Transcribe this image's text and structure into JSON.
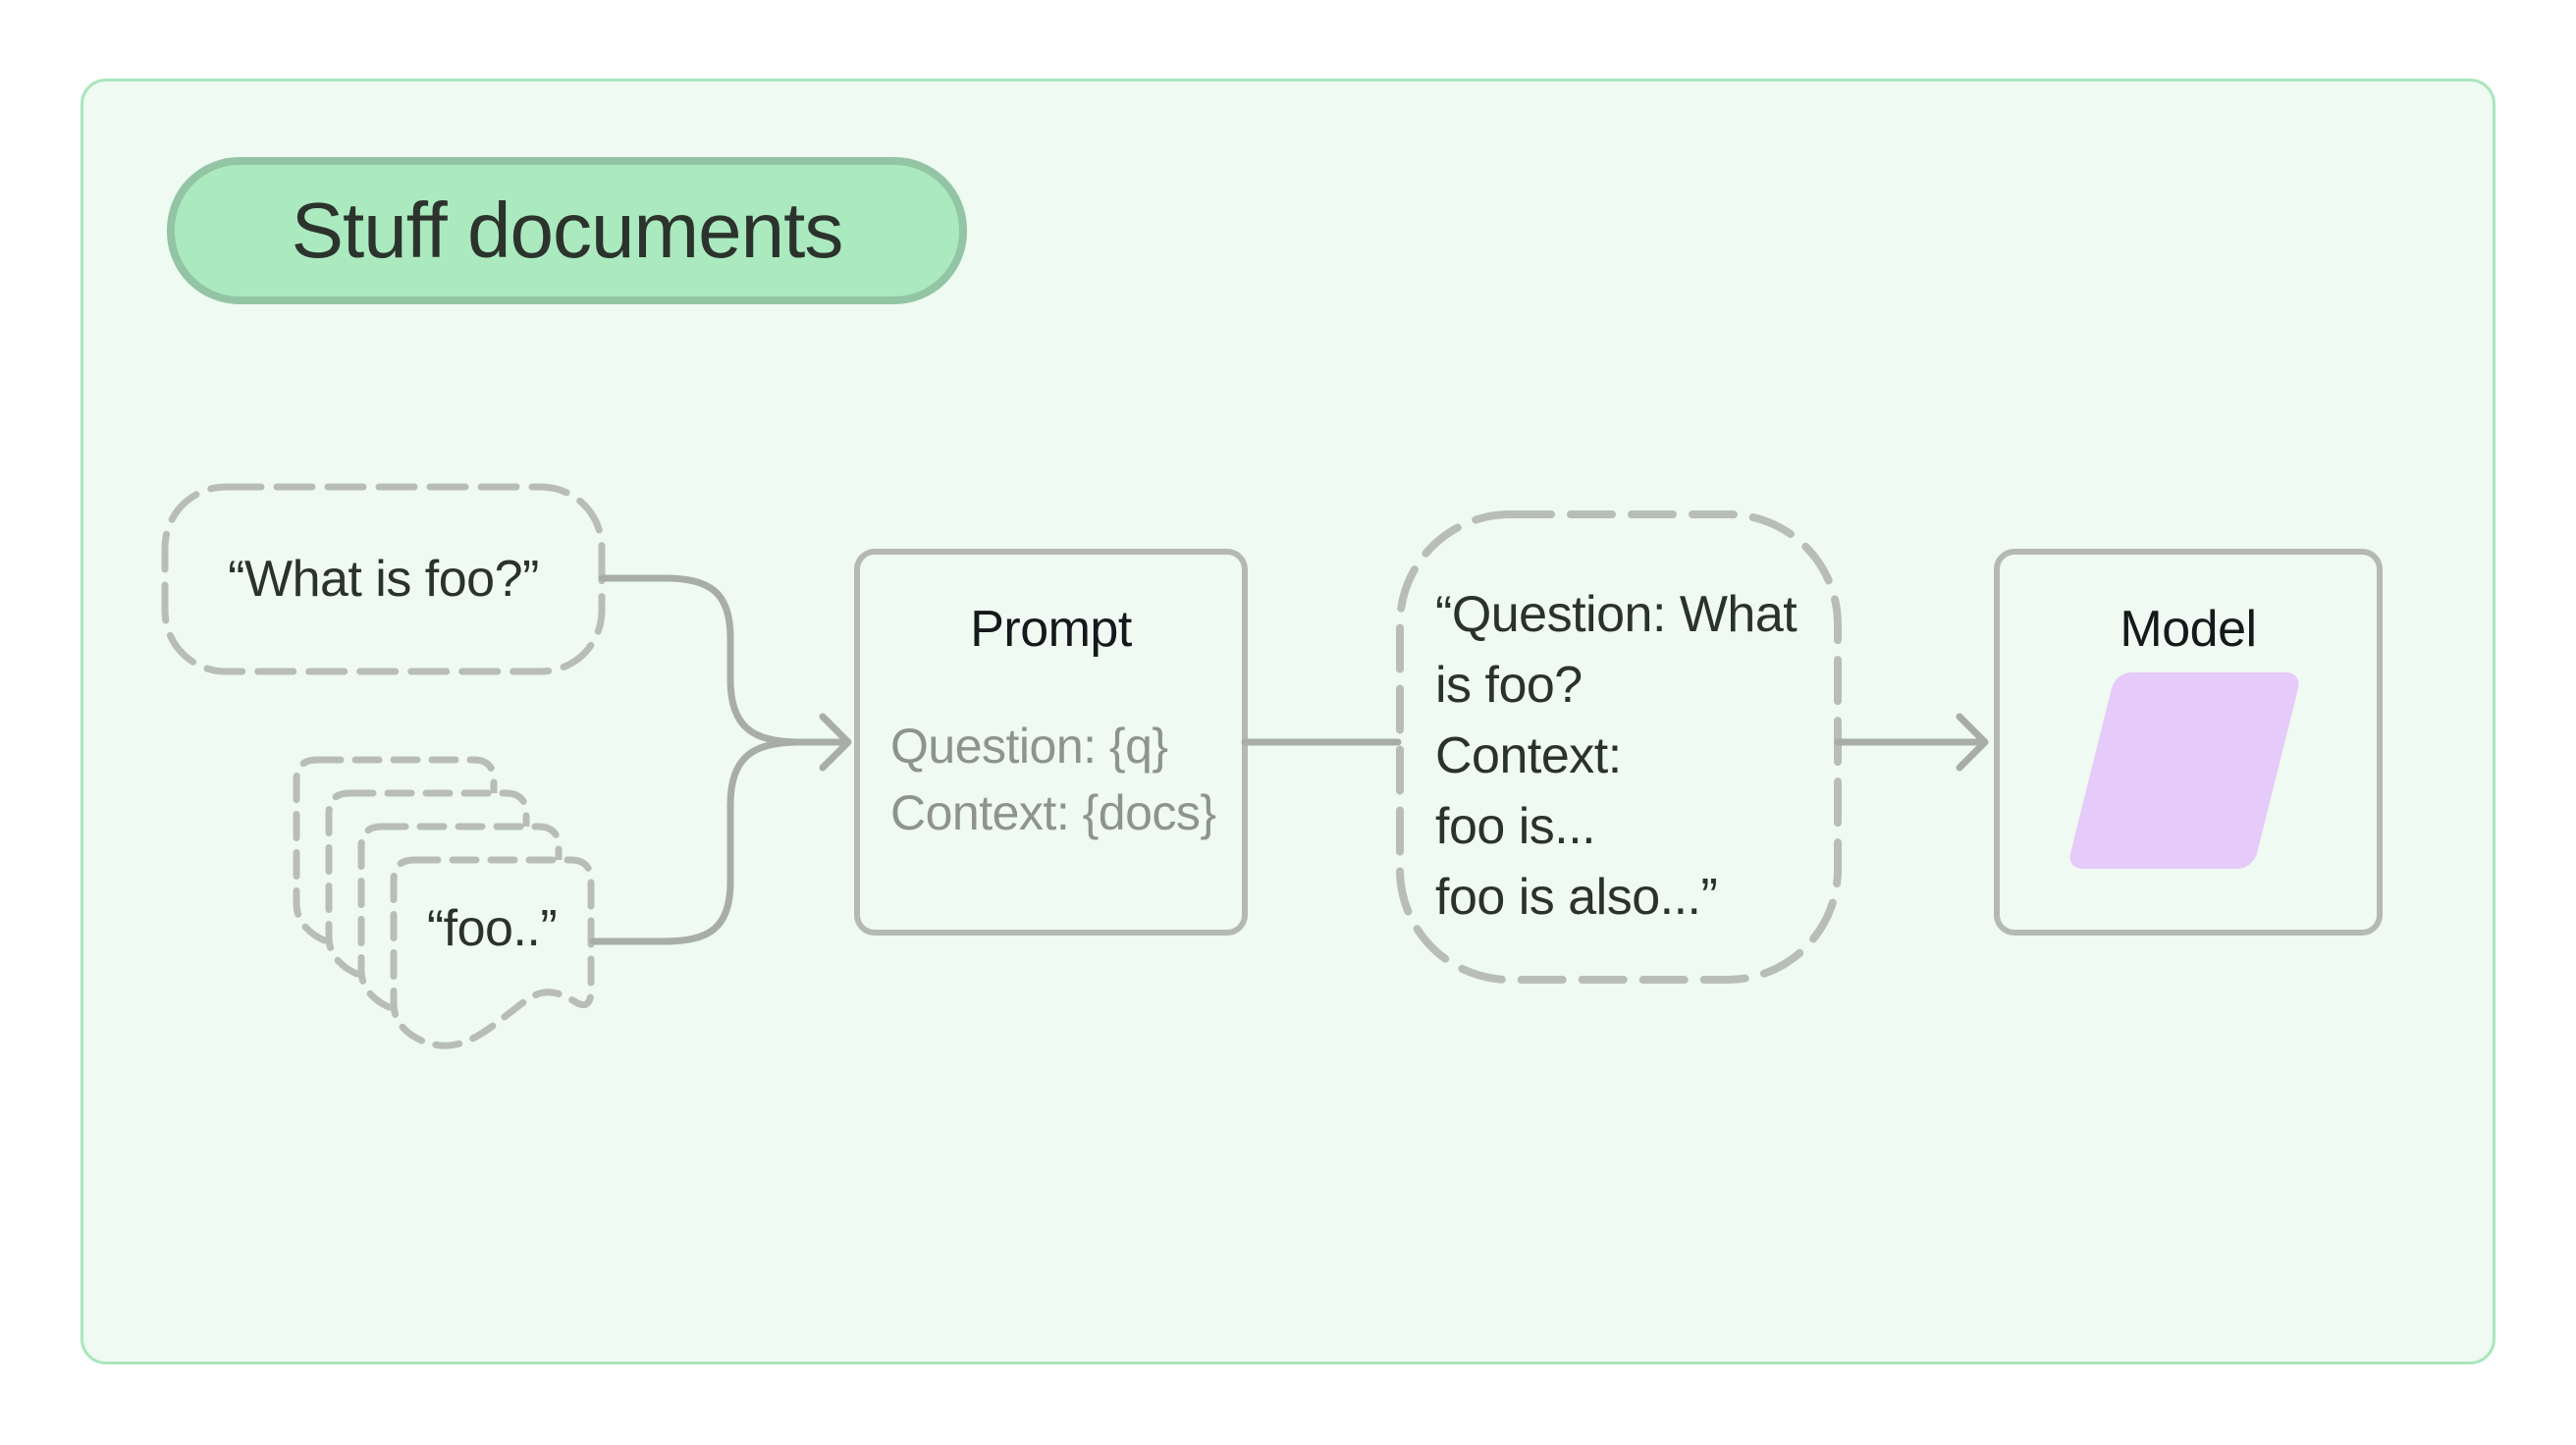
{
  "colors": {
    "page_background": "#ffffff",
    "container_background": "#eefaf2",
    "container_border": "#a9e6bc",
    "badge_fill": "#abe9bf",
    "badge_border": "#93c5a4",
    "dashed_stroke": "#b9bdba",
    "solid_stroke": "#a9adaa",
    "box_border": "#b5b9b6",
    "dark_text": "#2b312c",
    "gray_text": "#8e938f",
    "model_parallelogram_fill": "#e6caf9"
  },
  "diagram": {
    "badge": {
      "label": "Stuff documents"
    },
    "question_bubble": {
      "label": "“What is foo?”"
    },
    "documents": {
      "label": "“foo..”"
    },
    "prompt": {
      "title": "Prompt",
      "lines": [
        "Question: {q}",
        "Context: {docs}"
      ]
    },
    "stuffed_prompt": {
      "lines": [
        "“Question: What",
        "is foo?",
        "Context:",
        "foo is...",
        "foo is also...”"
      ]
    },
    "model": {
      "title": "Model"
    }
  }
}
